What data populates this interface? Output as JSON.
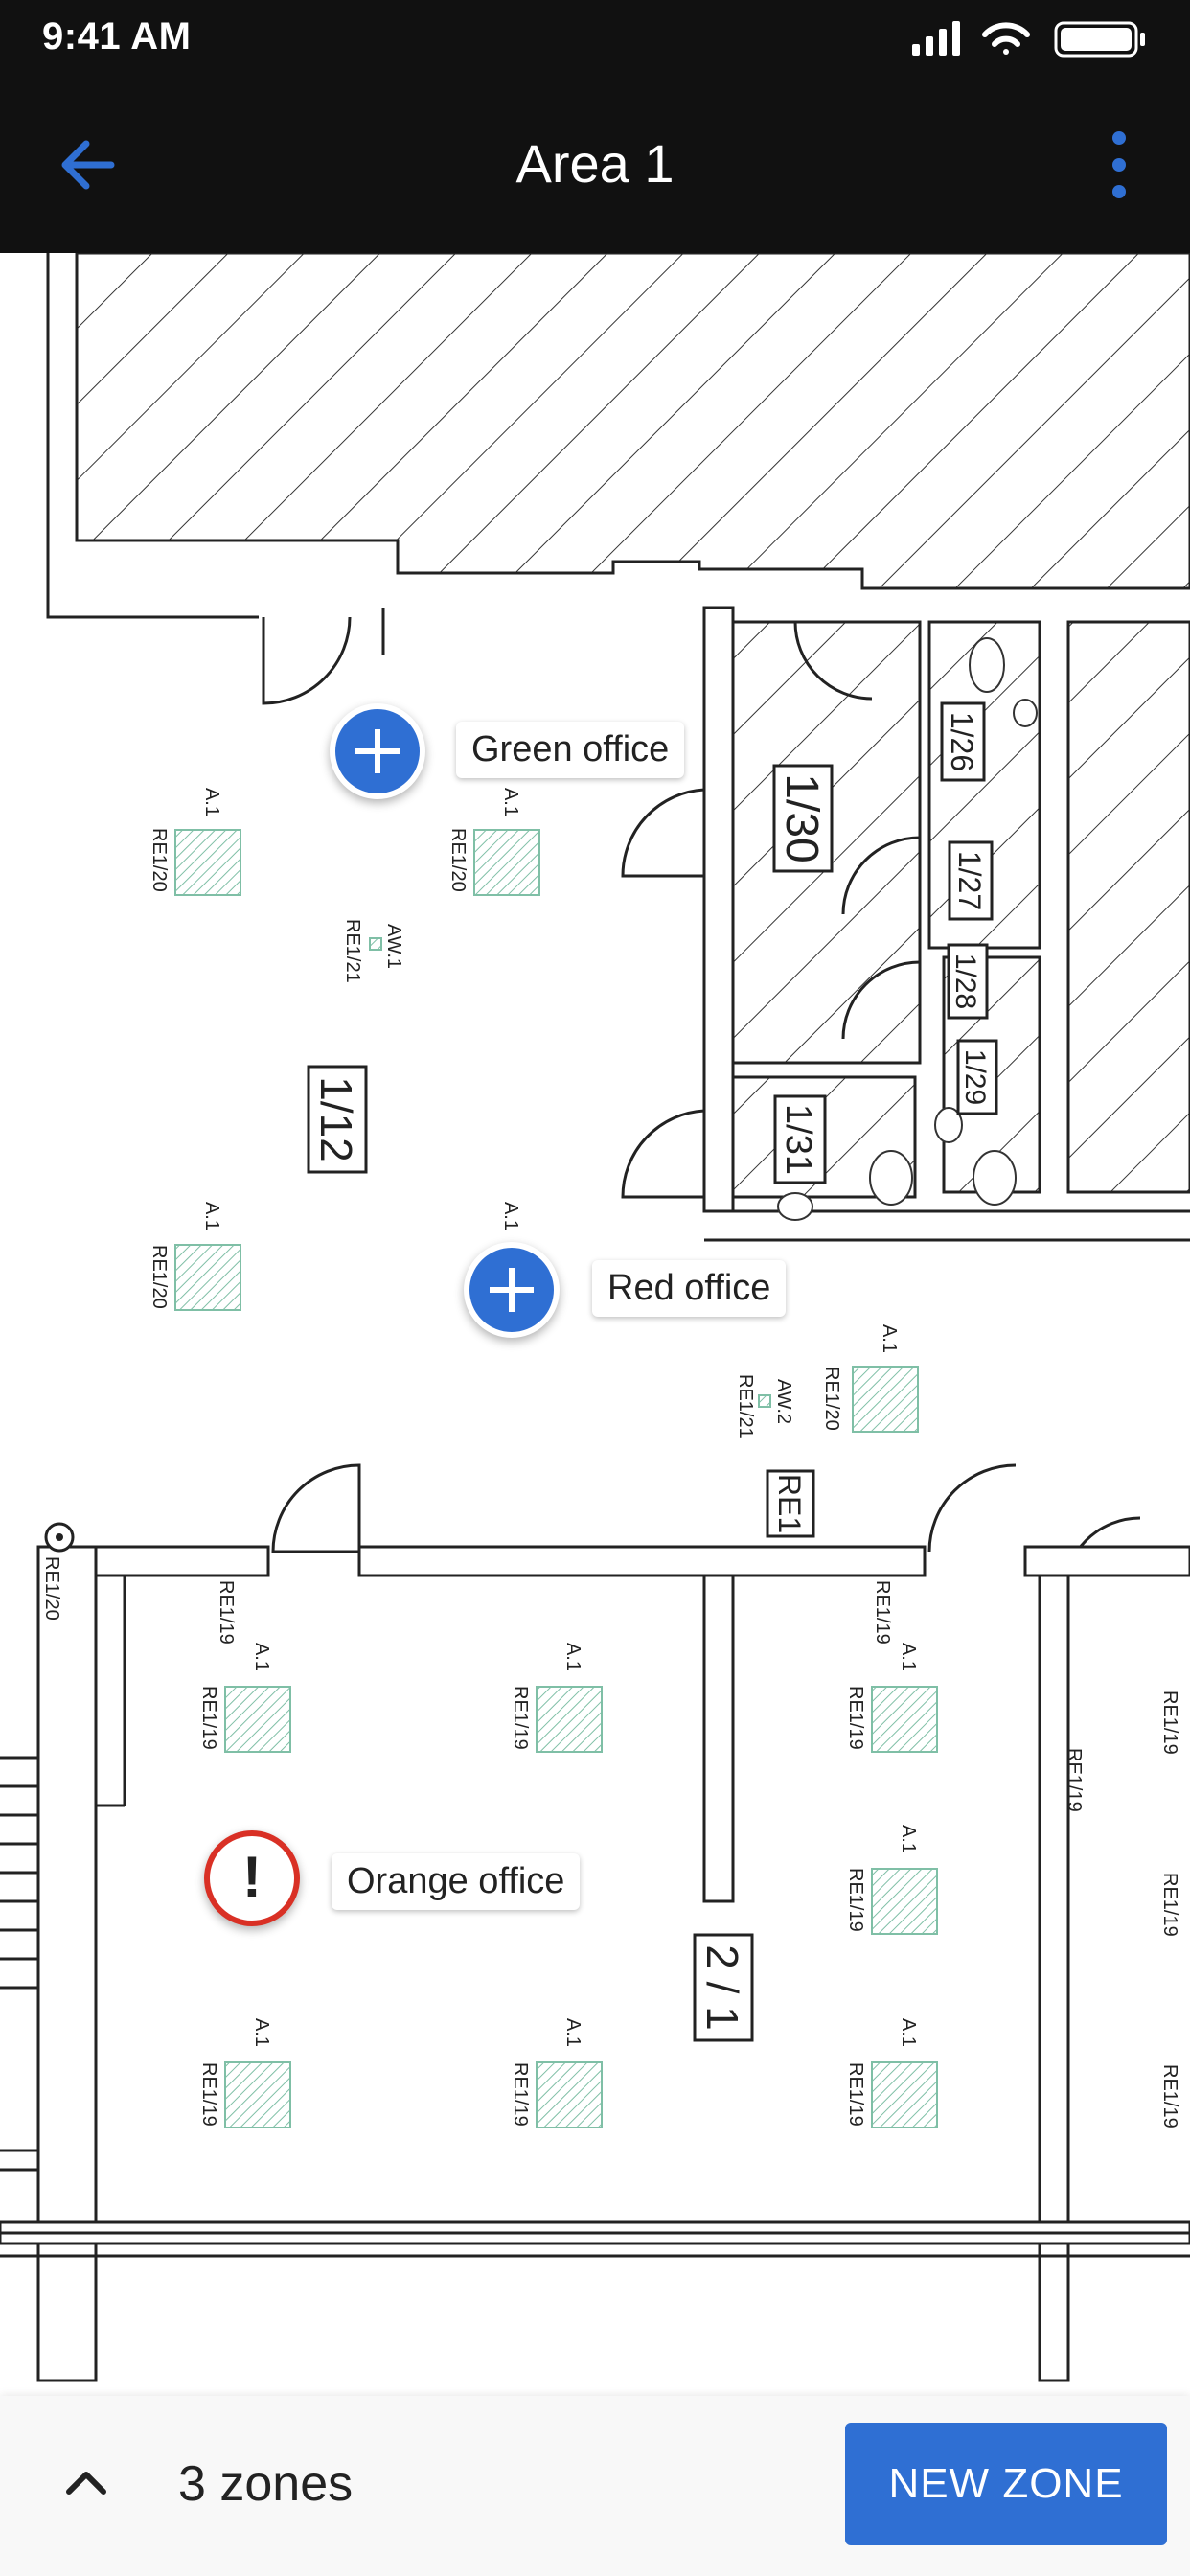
{
  "status_bar": {
    "time": "9:41 AM"
  },
  "app_bar": {
    "title": "Area 1",
    "back_icon": "arrow-back-icon",
    "more_icon": "more-vert-icon"
  },
  "plan": {
    "rooms": [
      "1/30",
      "1/26",
      "1/27",
      "1/28",
      "1/29",
      "1/31",
      "1/12",
      "RE1",
      "2 / 1"
    ],
    "fixture_labels": [
      "A.1",
      "AW.1",
      "AW.2",
      "RE1/19",
      "RE1/20",
      "RE1/21"
    ]
  },
  "zones": [
    {
      "name": "Green office",
      "status": "add"
    },
    {
      "name": "Red office",
      "status": "add"
    },
    {
      "name": "Orange office",
      "status": "alert",
      "alert_glyph": "!"
    }
  ],
  "bottom_bar": {
    "zones_count": "3 zones",
    "new_zone_label": "NEW ZONE",
    "expand_icon": "chevron-up-icon"
  },
  "colors": {
    "accent": "#2f6fd3",
    "alert": "#d93025",
    "bar_dark": "#111111"
  }
}
